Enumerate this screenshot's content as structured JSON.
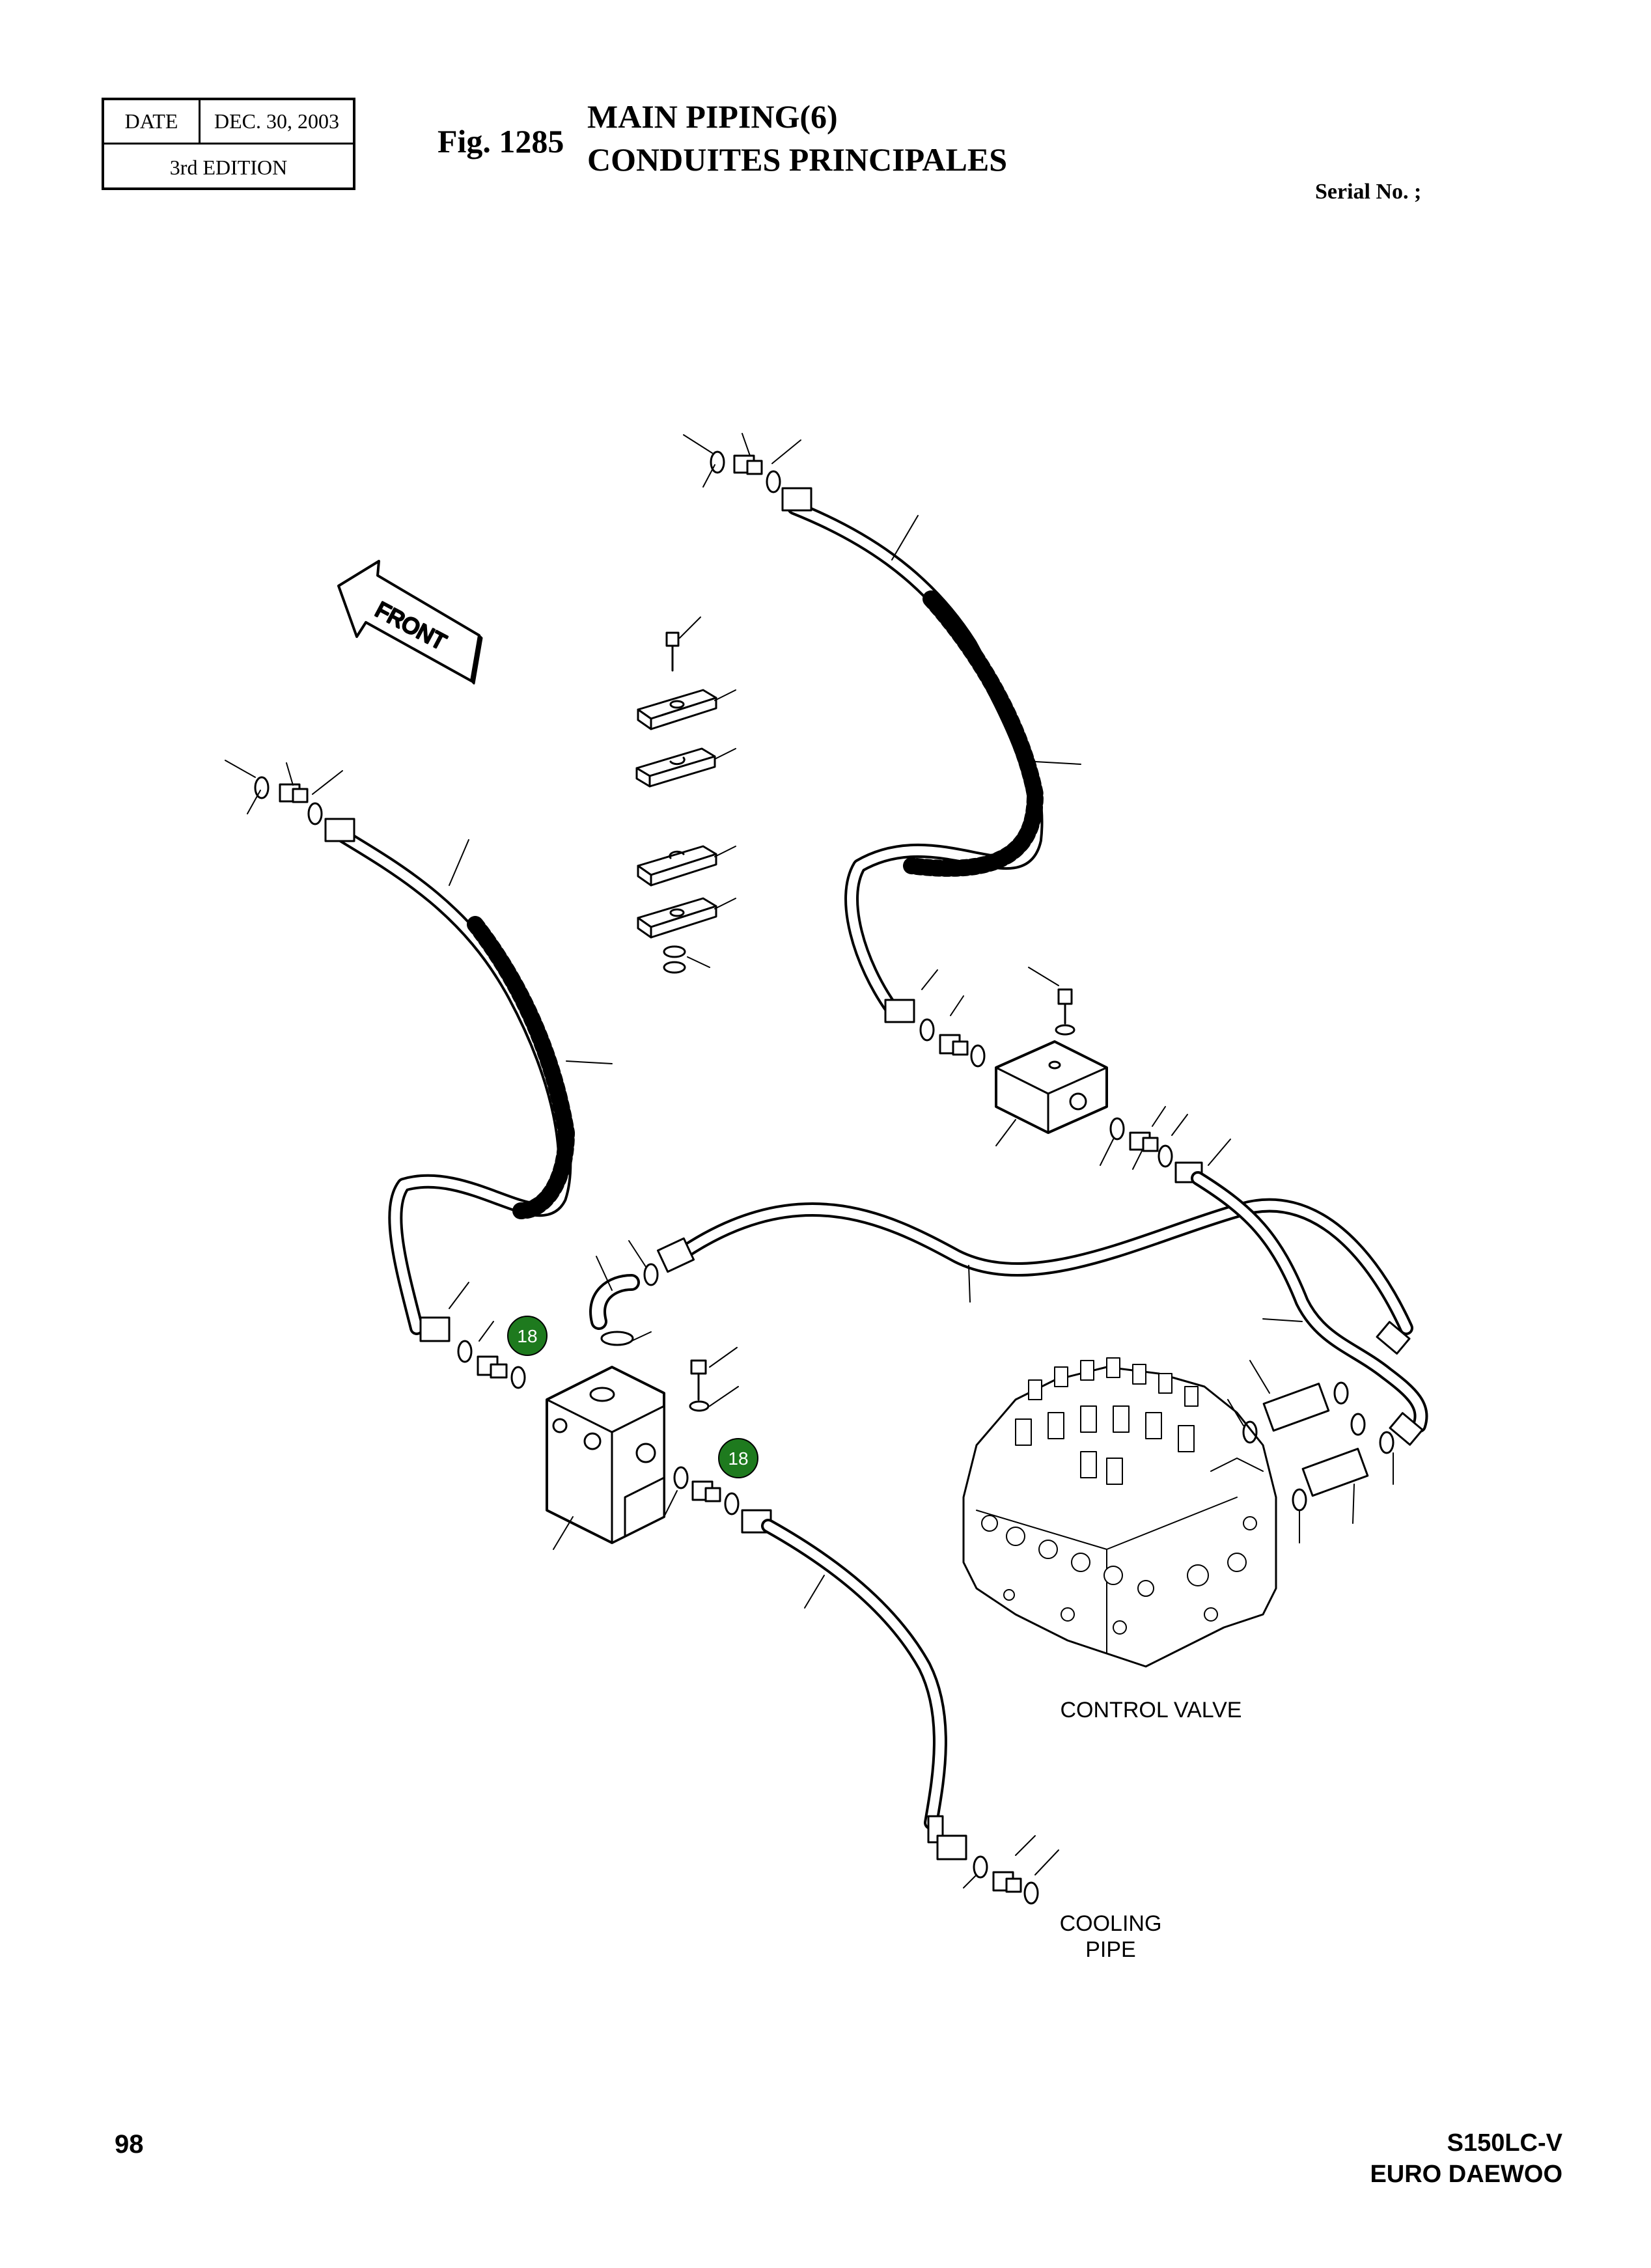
{
  "header": {
    "date_label": "DATE",
    "date_value": "DEC. 30, 2003",
    "edition": "3rd  EDITION",
    "fig_label": "Fig. 1285",
    "title_line1": "MAIN PIPING(6)",
    "title_line2": "CONDUITES PRINCIPALES",
    "serial": "Serial No. ;"
  },
  "diagram": {
    "front_arrow": "FRONT",
    "control_valve_label": "CONTROL VALVE",
    "cooling_pipe_line1": "COOLING",
    "cooling_pipe_line2": "PIPE",
    "part_badges": [
      {
        "number": "18"
      },
      {
        "number": "18"
      }
    ],
    "colors": {
      "badge_fill": "#1e7a1e",
      "line": "#000000"
    }
  },
  "footer": {
    "page_number": "98",
    "model_line1": "S150LC-V",
    "model_line2": "EURO DAEWOO"
  }
}
